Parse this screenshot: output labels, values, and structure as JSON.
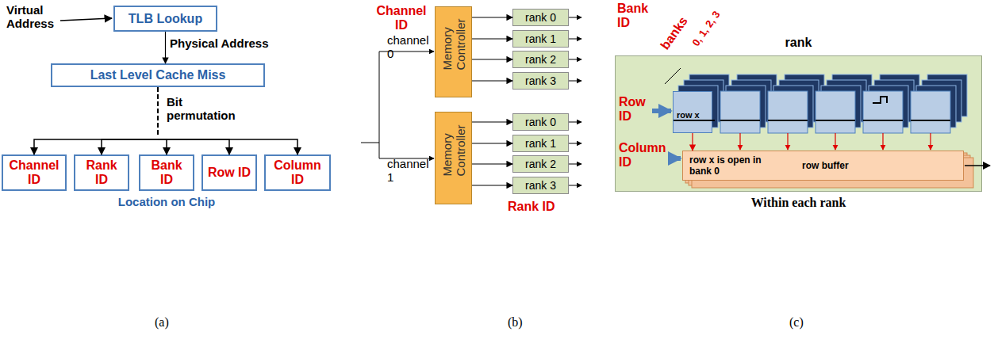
{
  "diagram": {
    "nodes": [
      {
        "text": [
          "TLB Lookup"
        ]
      },
      {
        "text": [
          "Last Level Cache Miss"
        ]
      },
      {
        "text": [
          "Channel ID"
        ]
      },
      {
        "text": [
          "Rank ID"
        ]
      },
      {
        "text": [
          "Bank ID"
        ]
      },
      {
        "text": [
          "Row ID"
        ]
      },
      {
        "text": [
          "Column ID"
        ]
      },
      {
        "text": [
          "Memory Controller"
        ]
      },
      {
        "text": [
          "rank 0"
        ]
      },
      {
        "text": [
          "rank 1"
        ]
      },
      {
        "text": [
          "rank 2"
        ]
      },
      {
        "text": [
          "rank 3"
        ]
      },
      {
        "text": [
          "Memory Controller"
        ]
      },
      {
        "text": [
          "rank 0"
        ]
      },
      {
        "text": [
          "rank 1"
        ]
      },
      {
        "text": [
          "rank 2"
        ]
      },
      {
        "text": [
          "rank 3"
        ]
      },
      {
        "text": [
          "rank",
          "Within each rank"
        ]
      },
      {
        "text": [
          "row x"
        ],
        "in": 17
      },
      {
        "text": [
          "row x is open in bank 0",
          "row buffer"
        ],
        "in": 17
      }
    ],
    "edges": [
      {
        "from": 0,
        "to": 1,
        "arrow": "to",
        "label": "Physical Address"
      },
      {
        "from": 1,
        "to": 2,
        "arrow": "to",
        "label": "Bit permutation"
      },
      {
        "from": 1,
        "to": 3,
        "arrow": "to"
      },
      {
        "from": 1,
        "to": 4,
        "arrow": "to"
      },
      {
        "from": 1,
        "to": 5,
        "arrow": "to"
      },
      {
        "from": 1,
        "to": 6,
        "arrow": "to"
      },
      {
        "from": 7,
        "to": 8,
        "arrow": "to"
      },
      {
        "from": 7,
        "to": 9,
        "arrow": "to"
      },
      {
        "from": 7,
        "to": 10,
        "arrow": "to"
      },
      {
        "from": 7,
        "to": 11,
        "arrow": "to"
      },
      {
        "from": 12,
        "to": 13,
        "arrow": "to"
      },
      {
        "from": 12,
        "to": 14,
        "arrow": "to"
      },
      {
        "from": 12,
        "to": 15,
        "arrow": "to"
      },
      {
        "from": 12,
        "to": 16,
        "arrow": "to"
      },
      {
        "from": 18,
        "to": 19,
        "arrow": "to"
      }
    ],
    "labels": [
      "Virtual Address",
      "Location on Chip",
      "(a)",
      "Channel ID",
      "channel 0",
      "channel 1",
      "Rank ID",
      "(b)",
      "Bank ID",
      "banks",
      "0, 1, 2, 3",
      "Row ID",
      "Column ID",
      "(c)"
    ]
  }
}
